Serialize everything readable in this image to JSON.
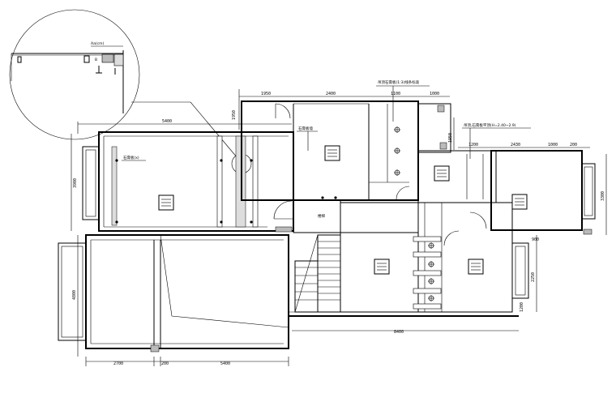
{
  "dimensions": {
    "top_left_width": "5400",
    "upper_room_1": "1950",
    "upper_room_2": "2400",
    "upper_room_3": "1100",
    "upper_room_4": "1000",
    "upper_right_step": "1950",
    "right_wing_1": "1200",
    "right_wing_2": "2430",
    "right_wing_3": "1000",
    "right_wing_4": "200",
    "left_height": "3900",
    "right_height": "3300",
    "lower_left_height": "4800",
    "overall_bottom": "8400",
    "bottom_seg_1": "2700",
    "bottom_seg_2": "200",
    "bottom_seg_3": "5400",
    "side_a": "900",
    "side_b": "2250",
    "side_c": "1200",
    "small_left": "1950"
  },
  "notes": {
    "detail_label": "Aa(cm)",
    "detail_marker": "B",
    "wall_note": "石膏板(x)",
    "room_note": "石膏板墙",
    "ceiling_note_top": "吊顶石膏板(1:3)线条标高",
    "ceiling_note_right": "吊顶,石膏板平顶(H=2.40~2.9)",
    "stair_label": "楼梯"
  },
  "light_fixtures": [
    "square-ceiling-light",
    "square-ceiling-light",
    "square-ceiling-light",
    "square-ceiling-light",
    "square-ceiling-light",
    "square-ceiling-light"
  ]
}
